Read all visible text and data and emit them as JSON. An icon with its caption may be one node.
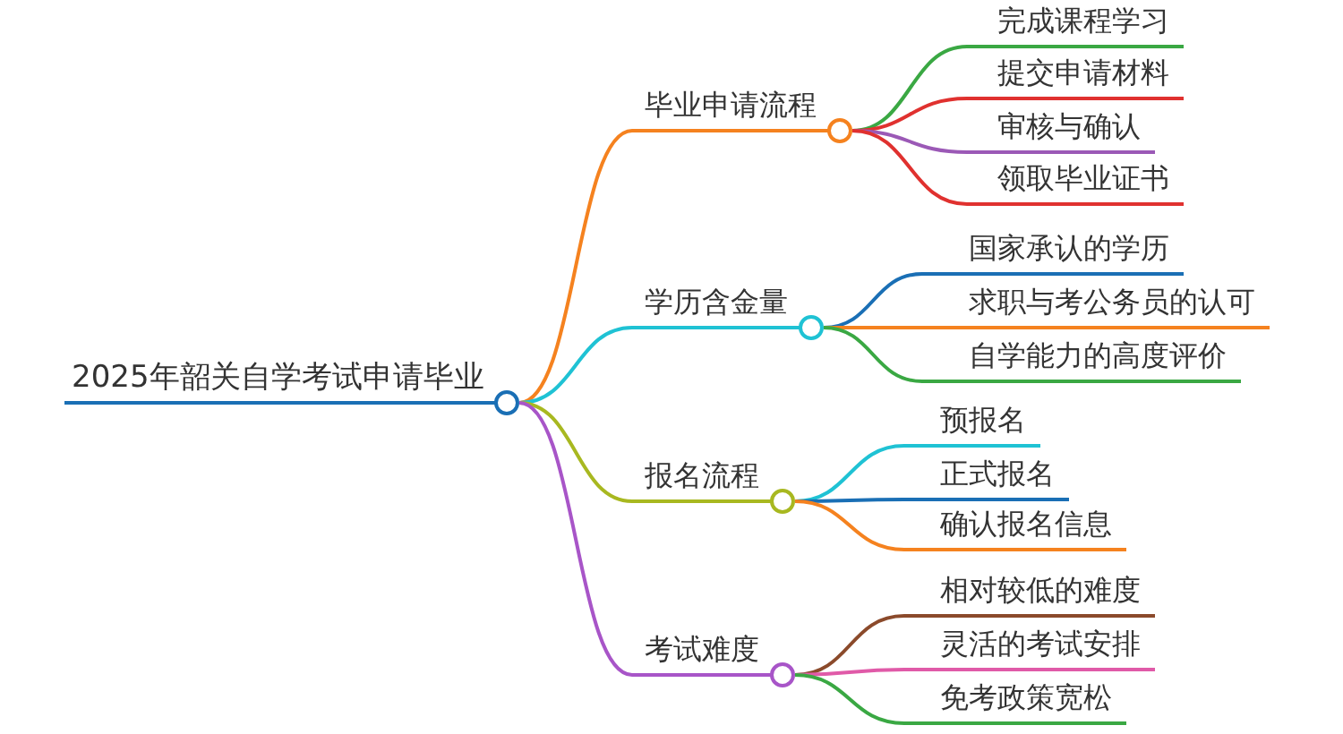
{
  "diagram": {
    "nodes": [
      {
        "text": [
          "2025年韶关自学考试申请毕业"
        ]
      },
      {
        "text": [
          "毕业申请流程"
        ]
      },
      {
        "text": [
          "完成课程学习"
        ]
      },
      {
        "text": [
          "提交申请材料"
        ]
      },
      {
        "text": [
          "审核与确认"
        ]
      },
      {
        "text": [
          "领取毕业证书"
        ]
      },
      {
        "text": [
          "学历含金量"
        ]
      },
      {
        "text": [
          "国家承认的学历"
        ]
      },
      {
        "text": [
          "求职与考公务员的认可"
        ]
      },
      {
        "text": [
          "自学能力的高度评价"
        ]
      },
      {
        "text": [
          "报名流程"
        ]
      },
      {
        "text": [
          "预报名"
        ]
      },
      {
        "text": [
          "正式报名"
        ]
      },
      {
        "text": [
          "确认报名信息"
        ]
      },
      {
        "text": [
          "考试难度"
        ]
      },
      {
        "text": [
          "相对较低的难度"
        ]
      },
      {
        "text": [
          "灵活的考试安排"
        ]
      },
      {
        "text": [
          "免考政策宽松"
        ]
      }
    ],
    "edges": [
      {
        "from": 0,
        "to": 1,
        "arrow": "none",
        "color": "#f5821f"
      },
      {
        "from": 1,
        "to": 2,
        "arrow": "none",
        "color": "#3aa843"
      },
      {
        "from": 1,
        "to": 3,
        "arrow": "none",
        "color": "#e0312f"
      },
      {
        "from": 1,
        "to": 4,
        "arrow": "none",
        "color": "#9b59b6"
      },
      {
        "from": 1,
        "to": 5,
        "arrow": "none",
        "color": "#e0312f"
      },
      {
        "from": 0,
        "to": 6,
        "arrow": "none",
        "color": "#1fc2d4"
      },
      {
        "from": 6,
        "to": 7,
        "arrow": "none",
        "color": "#1a6fb5"
      },
      {
        "from": 6,
        "to": 8,
        "arrow": "none",
        "color": "#f5821f"
      },
      {
        "from": 6,
        "to": 9,
        "arrow": "none",
        "color": "#3aa843"
      },
      {
        "from": 0,
        "to": 10,
        "arrow": "none",
        "color": "#a8b820"
      },
      {
        "from": 10,
        "to": 11,
        "arrow": "none",
        "color": "#1fc2d4"
      },
      {
        "from": 10,
        "to": 12,
        "arrow": "none",
        "color": "#1a6fb5"
      },
      {
        "from": 10,
        "to": 13,
        "arrow": "none",
        "color": "#f5821f"
      },
      {
        "from": 0,
        "to": 14,
        "arrow": "none",
        "color": "#a855c8"
      },
      {
        "from": 14,
        "to": 15,
        "arrow": "none",
        "color": "#8b4a2b"
      },
      {
        "from": 14,
        "to": 16,
        "arrow": "none",
        "color": "#e05aa8"
      },
      {
        "from": 14,
        "to": 17,
        "arrow": "none",
        "color": "#3aa843"
      }
    ]
  }
}
